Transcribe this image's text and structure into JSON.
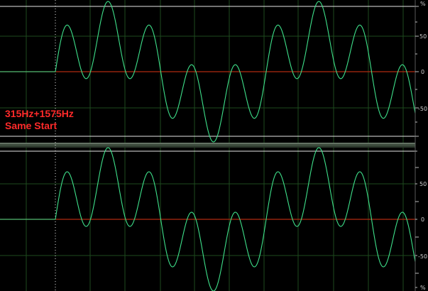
{
  "annotation": {
    "line1": "315Hz+1575Hz",
    "line2": "Same Start"
  },
  "scale": {
    "unit_top": "%",
    "label_plus": "50",
    "label_zero": "0",
    "label_minus": "-50",
    "unit_bottom": "%"
  },
  "colors": {
    "background": "#000000",
    "waveform": "#3ee08a",
    "zero_line": "#b02a10",
    "grid": "#1e4a1e",
    "rail": "#e6e6e6",
    "annotation": "#ff2a2a"
  },
  "waveform": {
    "tone_1_hz": 315,
    "tone_2_hz": 1575,
    "phase": "same start",
    "channels": 2
  }
}
